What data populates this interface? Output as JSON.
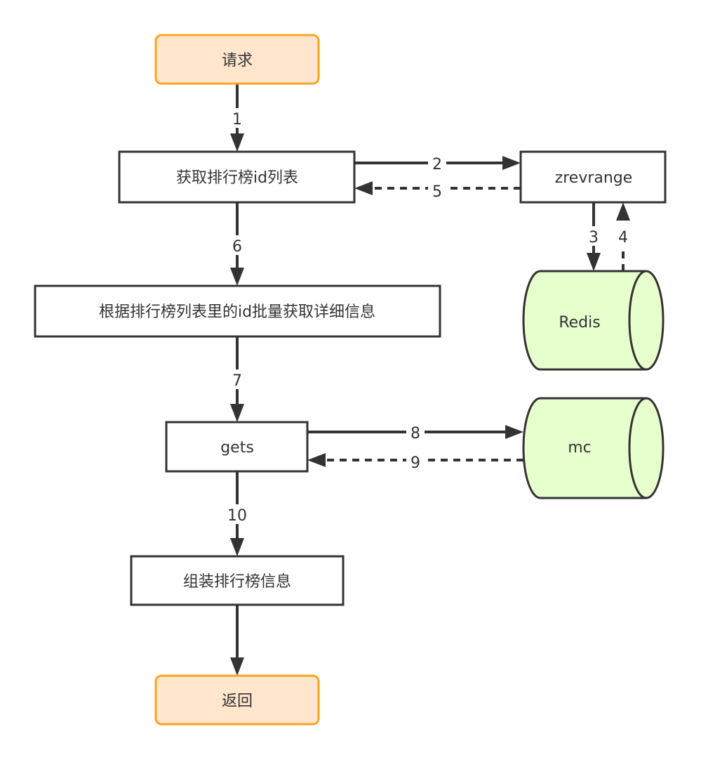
{
  "colors": {
    "terminal_fill": "#ffe6cc",
    "terminal_stroke": "#f5a623",
    "process_fill": "#ffffff",
    "store_fill": "#e6ffcc",
    "stroke": "#333333"
  },
  "nodes": {
    "request": "请求",
    "get_id_list": "获取排行榜id列表",
    "zrevrange": "zrevrange",
    "redis": "Redis",
    "batch_fetch": "根据排行榜列表里的id批量获取详细信息",
    "gets": "gets",
    "mc": "mc",
    "assemble": "组装排行榜信息",
    "return": "返回"
  },
  "edges": {
    "e1": "1",
    "e2": "2",
    "e3": "3",
    "e4": "4",
    "e5": "5",
    "e6": "6",
    "e7": "7",
    "e8": "8",
    "e9": "9",
    "e10": "10"
  }
}
